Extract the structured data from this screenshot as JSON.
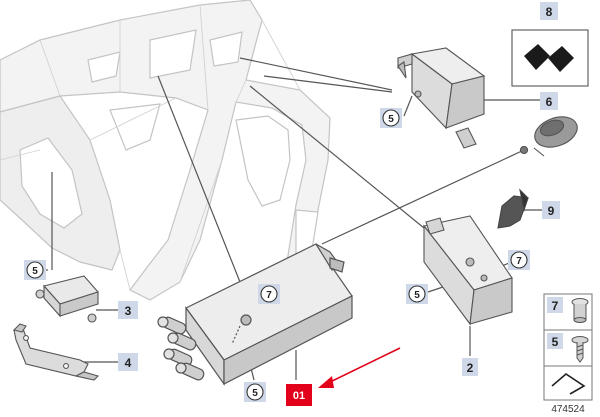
{
  "callouts": {
    "p1": "2",
    "p2": "3",
    "p3": "4",
    "p4": "5",
    "p5": "6",
    "p6": "7",
    "p7": "8",
    "p8": "9"
  },
  "highlight": {
    "badge": "01",
    "color": "#e2001a",
    "arrow_color": "#e2001a"
  },
  "diagram_id": "474524",
  "colors": {
    "callout_box": "#cfd8e8",
    "part_fill": "#e9e9e9",
    "part_stroke": "#555555",
    "body_fill": "#f3f3f3",
    "body_stroke": "#c9c9c9"
  }
}
